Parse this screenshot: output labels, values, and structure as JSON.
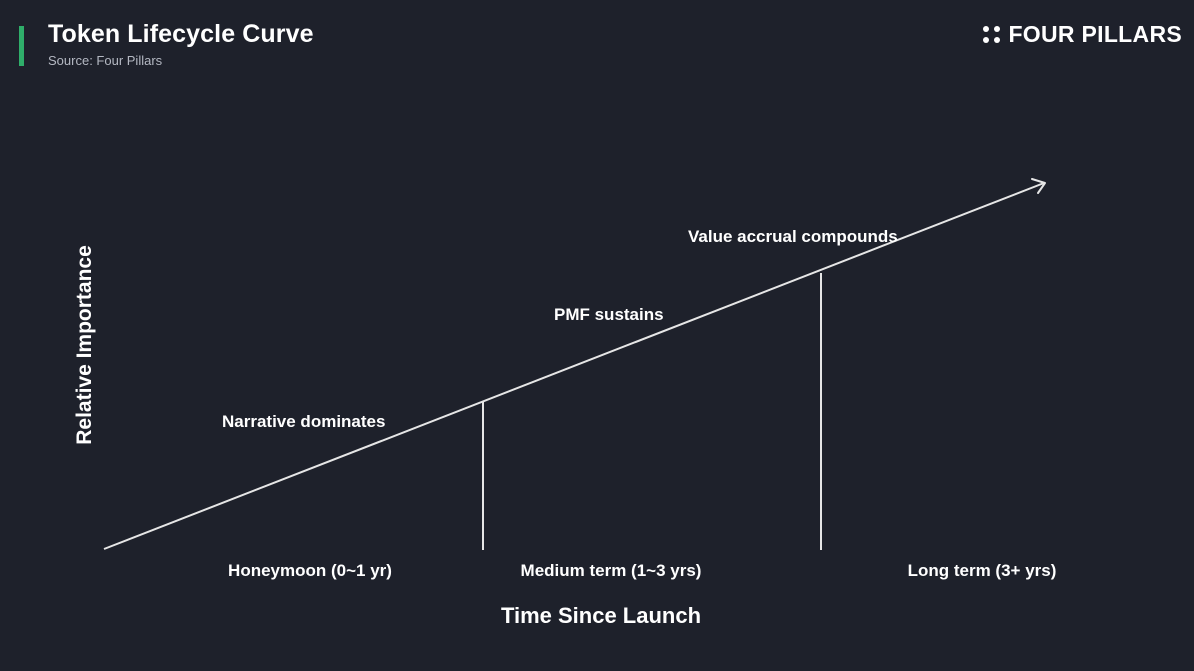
{
  "header": {
    "title": "Token Lifecycle Curve",
    "source": "Source: Four Pillars"
  },
  "brand": {
    "name": "FOUR PILLARS",
    "icon": "four-dots-logo"
  },
  "diagram": {
    "y_axis_label": "Relative Importance",
    "x_axis_label": "Time Since Launch",
    "phases": [
      {
        "label": "Honeymoon (0~1 yr)"
      },
      {
        "label": "Medium term (1~3 yrs)"
      },
      {
        "label": "Long term (3+ yrs)"
      }
    ],
    "curve_annotations": [
      {
        "label": "Narrative dominates"
      },
      {
        "label": "PMF sustains"
      },
      {
        "label": "Value accrual compounds"
      }
    ],
    "colors": {
      "background": "#1e212b",
      "accent": "#2fae6a",
      "axis_green": "#3ea777",
      "line": "#e6e6e6",
      "text": "#ffffff",
      "subtitle": "#b4b8c2"
    }
  }
}
